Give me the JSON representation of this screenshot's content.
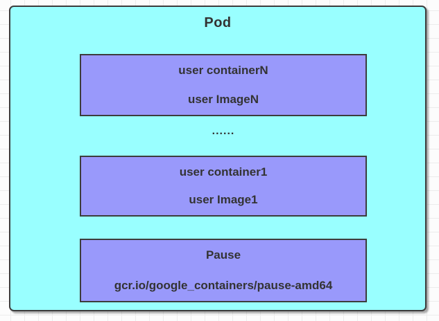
{
  "canvas": {
    "background": "#fcfcfc",
    "grid_color": "#ececec"
  },
  "diagram": {
    "pod": {
      "title": "Pod",
      "fill": "#99ffff",
      "border": "#3c3c3c"
    },
    "ellipsis": "......",
    "containers": [
      {
        "name": "user containerN",
        "image": "user ImageN",
        "fill": "#9999fb"
      },
      {
        "name": "user container1",
        "image": "user Image1",
        "fill": "#9999fb"
      },
      {
        "name": "Pause",
        "image": "gcr.io/google_containers/pause-amd64",
        "fill": "#9999fb"
      }
    ],
    "text_color": "#333333"
  }
}
